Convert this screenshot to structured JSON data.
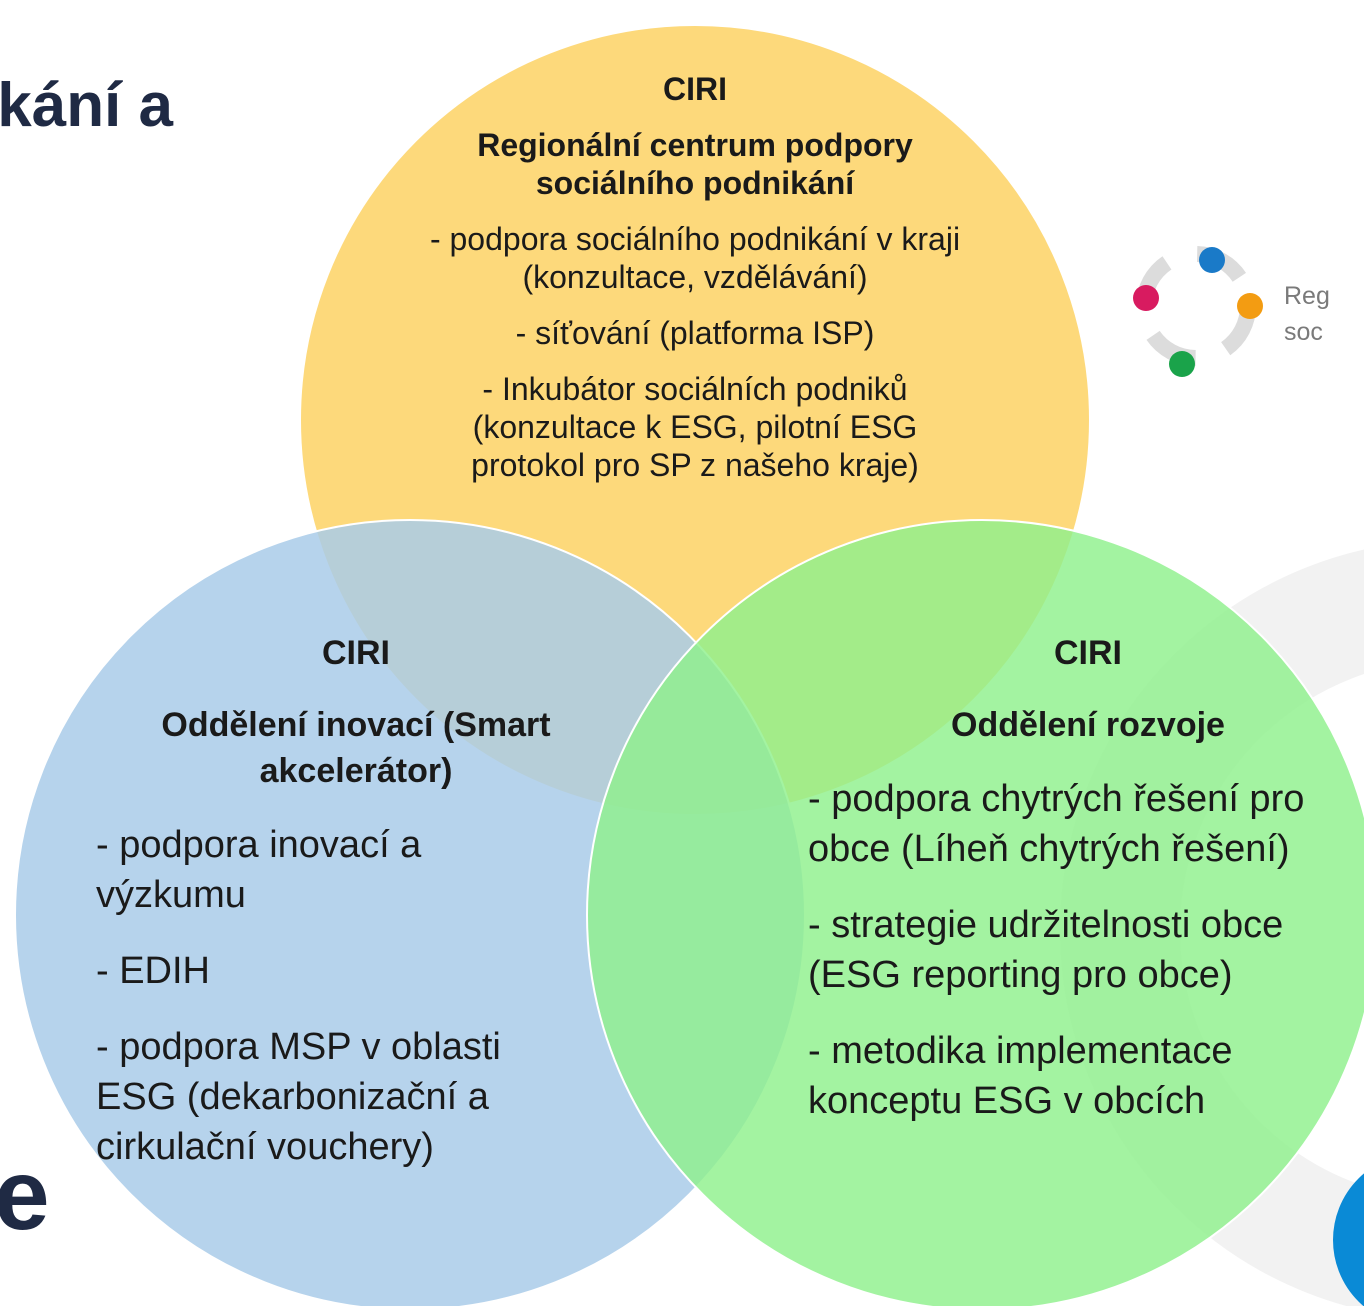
{
  "background": {
    "title_fragment": "ikání a",
    "letter_fragment": "e",
    "logo_text_line1": "Reg",
    "logo_text_line2": "soc"
  },
  "circles": {
    "top": {
      "org": "CIRI",
      "title": "Regionální centrum podpory sociálního podnikání",
      "items": [
        "- podpora sociálního podnikání v kraji (konzultace, vzdělávání)",
        "- síťování (platforma ISP)",
        "- Inkubátor sociálních podniků (konzultace k ESG, pilotní ESG protokol pro SP z našeho kraje)"
      ],
      "color": "#fdd97b"
    },
    "left": {
      "org": "CIRI",
      "title": "Oddělení inovací (Smart akcelerátor)",
      "items": [
        "- podpora inovací a výzkumu",
        "- EDIH",
        "- podpora MSP v oblasti ESG (dekarbonizační a cirkulační vouchery)"
      ],
      "color": "#a9cbe9"
    },
    "right": {
      "org": "CIRI",
      "title": "Oddělení rozvoje",
      "items": [
        "- podpora chytrých řešení pro obce (Líheň chytrých řešení)",
        "- strategie udržitelnosti obce (ESG reporting pro obce)",
        "- metodika implementace konceptu ESG v obcích"
      ],
      "color": "#8ff08c"
    }
  }
}
